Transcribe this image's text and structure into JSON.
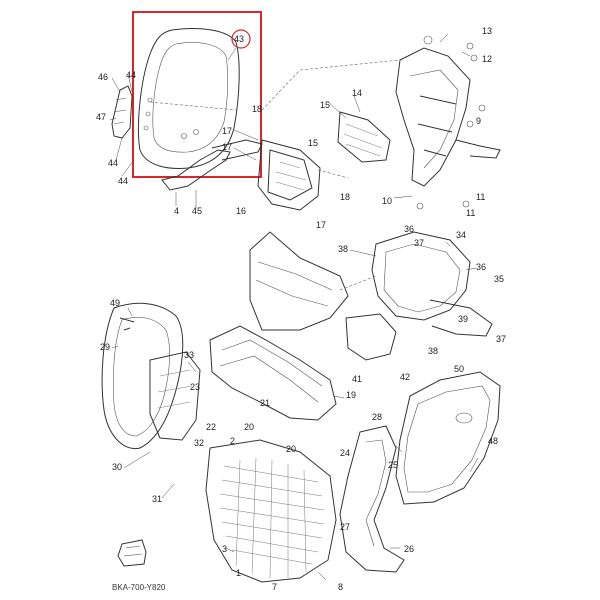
{
  "highlight": {
    "part": "43",
    "color": "#d8262c"
  },
  "drawing_code": "BKA-700-Y820",
  "callouts": [
    {
      "label": "43"
    },
    {
      "label": "46"
    },
    {
      "label": "44"
    },
    {
      "label": "47"
    },
    {
      "label": "44"
    },
    {
      "label": "44"
    },
    {
      "label": "4"
    },
    {
      "label": "45"
    },
    {
      "label": "18"
    },
    {
      "label": "17"
    },
    {
      "label": "17"
    },
    {
      "label": "16"
    },
    {
      "label": "18"
    },
    {
      "label": "15"
    },
    {
      "label": "17"
    },
    {
      "label": "15"
    },
    {
      "label": "14"
    },
    {
      "label": "13"
    },
    {
      "label": "12"
    },
    {
      "label": "9"
    },
    {
      "label": "11"
    },
    {
      "label": "10"
    },
    {
      "label": "11"
    },
    {
      "label": "38"
    },
    {
      "label": "36"
    },
    {
      "label": "37"
    },
    {
      "label": "34"
    },
    {
      "label": "36"
    },
    {
      "label": "35"
    },
    {
      "label": "39"
    },
    {
      "label": "37"
    },
    {
      "label": "38"
    },
    {
      "label": "41"
    },
    {
      "label": "42"
    },
    {
      "label": "49"
    },
    {
      "label": "29"
    },
    {
      "label": "33"
    },
    {
      "label": "23"
    },
    {
      "label": "22"
    },
    {
      "label": "20"
    },
    {
      "label": "21"
    },
    {
      "label": "19"
    },
    {
      "label": "32"
    },
    {
      "label": "30"
    },
    {
      "label": "31"
    },
    {
      "label": "2"
    },
    {
      "label": "20"
    },
    {
      "label": "28"
    },
    {
      "label": "25"
    },
    {
      "label": "24"
    },
    {
      "label": "48"
    },
    {
      "label": "27"
    },
    {
      "label": "26"
    },
    {
      "label": "3"
    },
    {
      "label": "1"
    },
    {
      "label": "7"
    },
    {
      "label": "8"
    },
    {
      "label": "50"
    }
  ]
}
